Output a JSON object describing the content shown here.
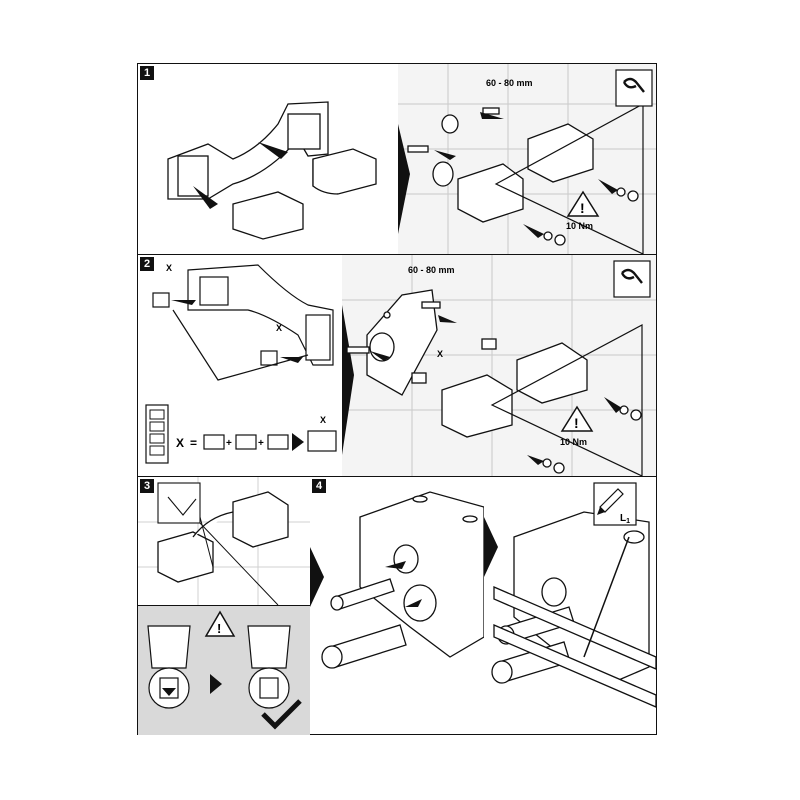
{
  "steps": [
    "1",
    "2",
    "3",
    "4"
  ],
  "measure_range": "60 - 80 mm",
  "torque": "10 Nm",
  "warning_glyph": "!",
  "spacer_x_label": "X",
  "spacer_equation": {
    "x": "X",
    "eq": "=",
    "plus": "+"
  },
  "length_label": "L",
  "length_subscript": "1",
  "icons": {
    "wrench": "wrench-icon",
    "warning": "warning-triangle-icon",
    "pencil": "pencil-icon",
    "checkmark": "checkmark-icon"
  },
  "colors": {
    "line": "#111111",
    "tile_bg": "#efefef",
    "gray_panel": "#d9d9d9"
  }
}
